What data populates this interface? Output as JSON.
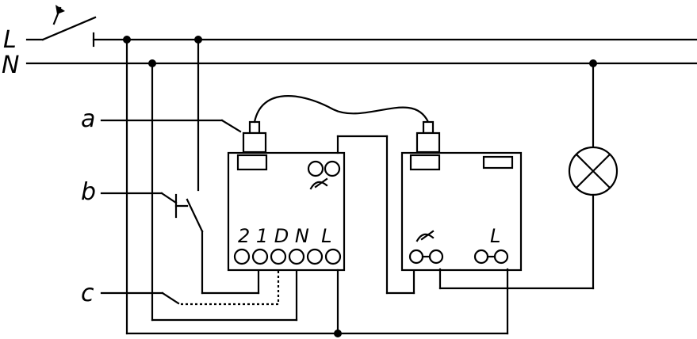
{
  "labels": {
    "line": "L",
    "neutral": "N",
    "a": "a",
    "b": "b",
    "c": "c",
    "terminals_left": "2 1 D N  L",
    "terminal_right_L": "L"
  },
  "colors": {
    "ink": "#000000",
    "background": "#ffffff"
  },
  "icons": [
    "main-switch-icon",
    "dimmer-symbol-icon",
    "lamp-icon",
    "pushbutton-icon"
  ]
}
